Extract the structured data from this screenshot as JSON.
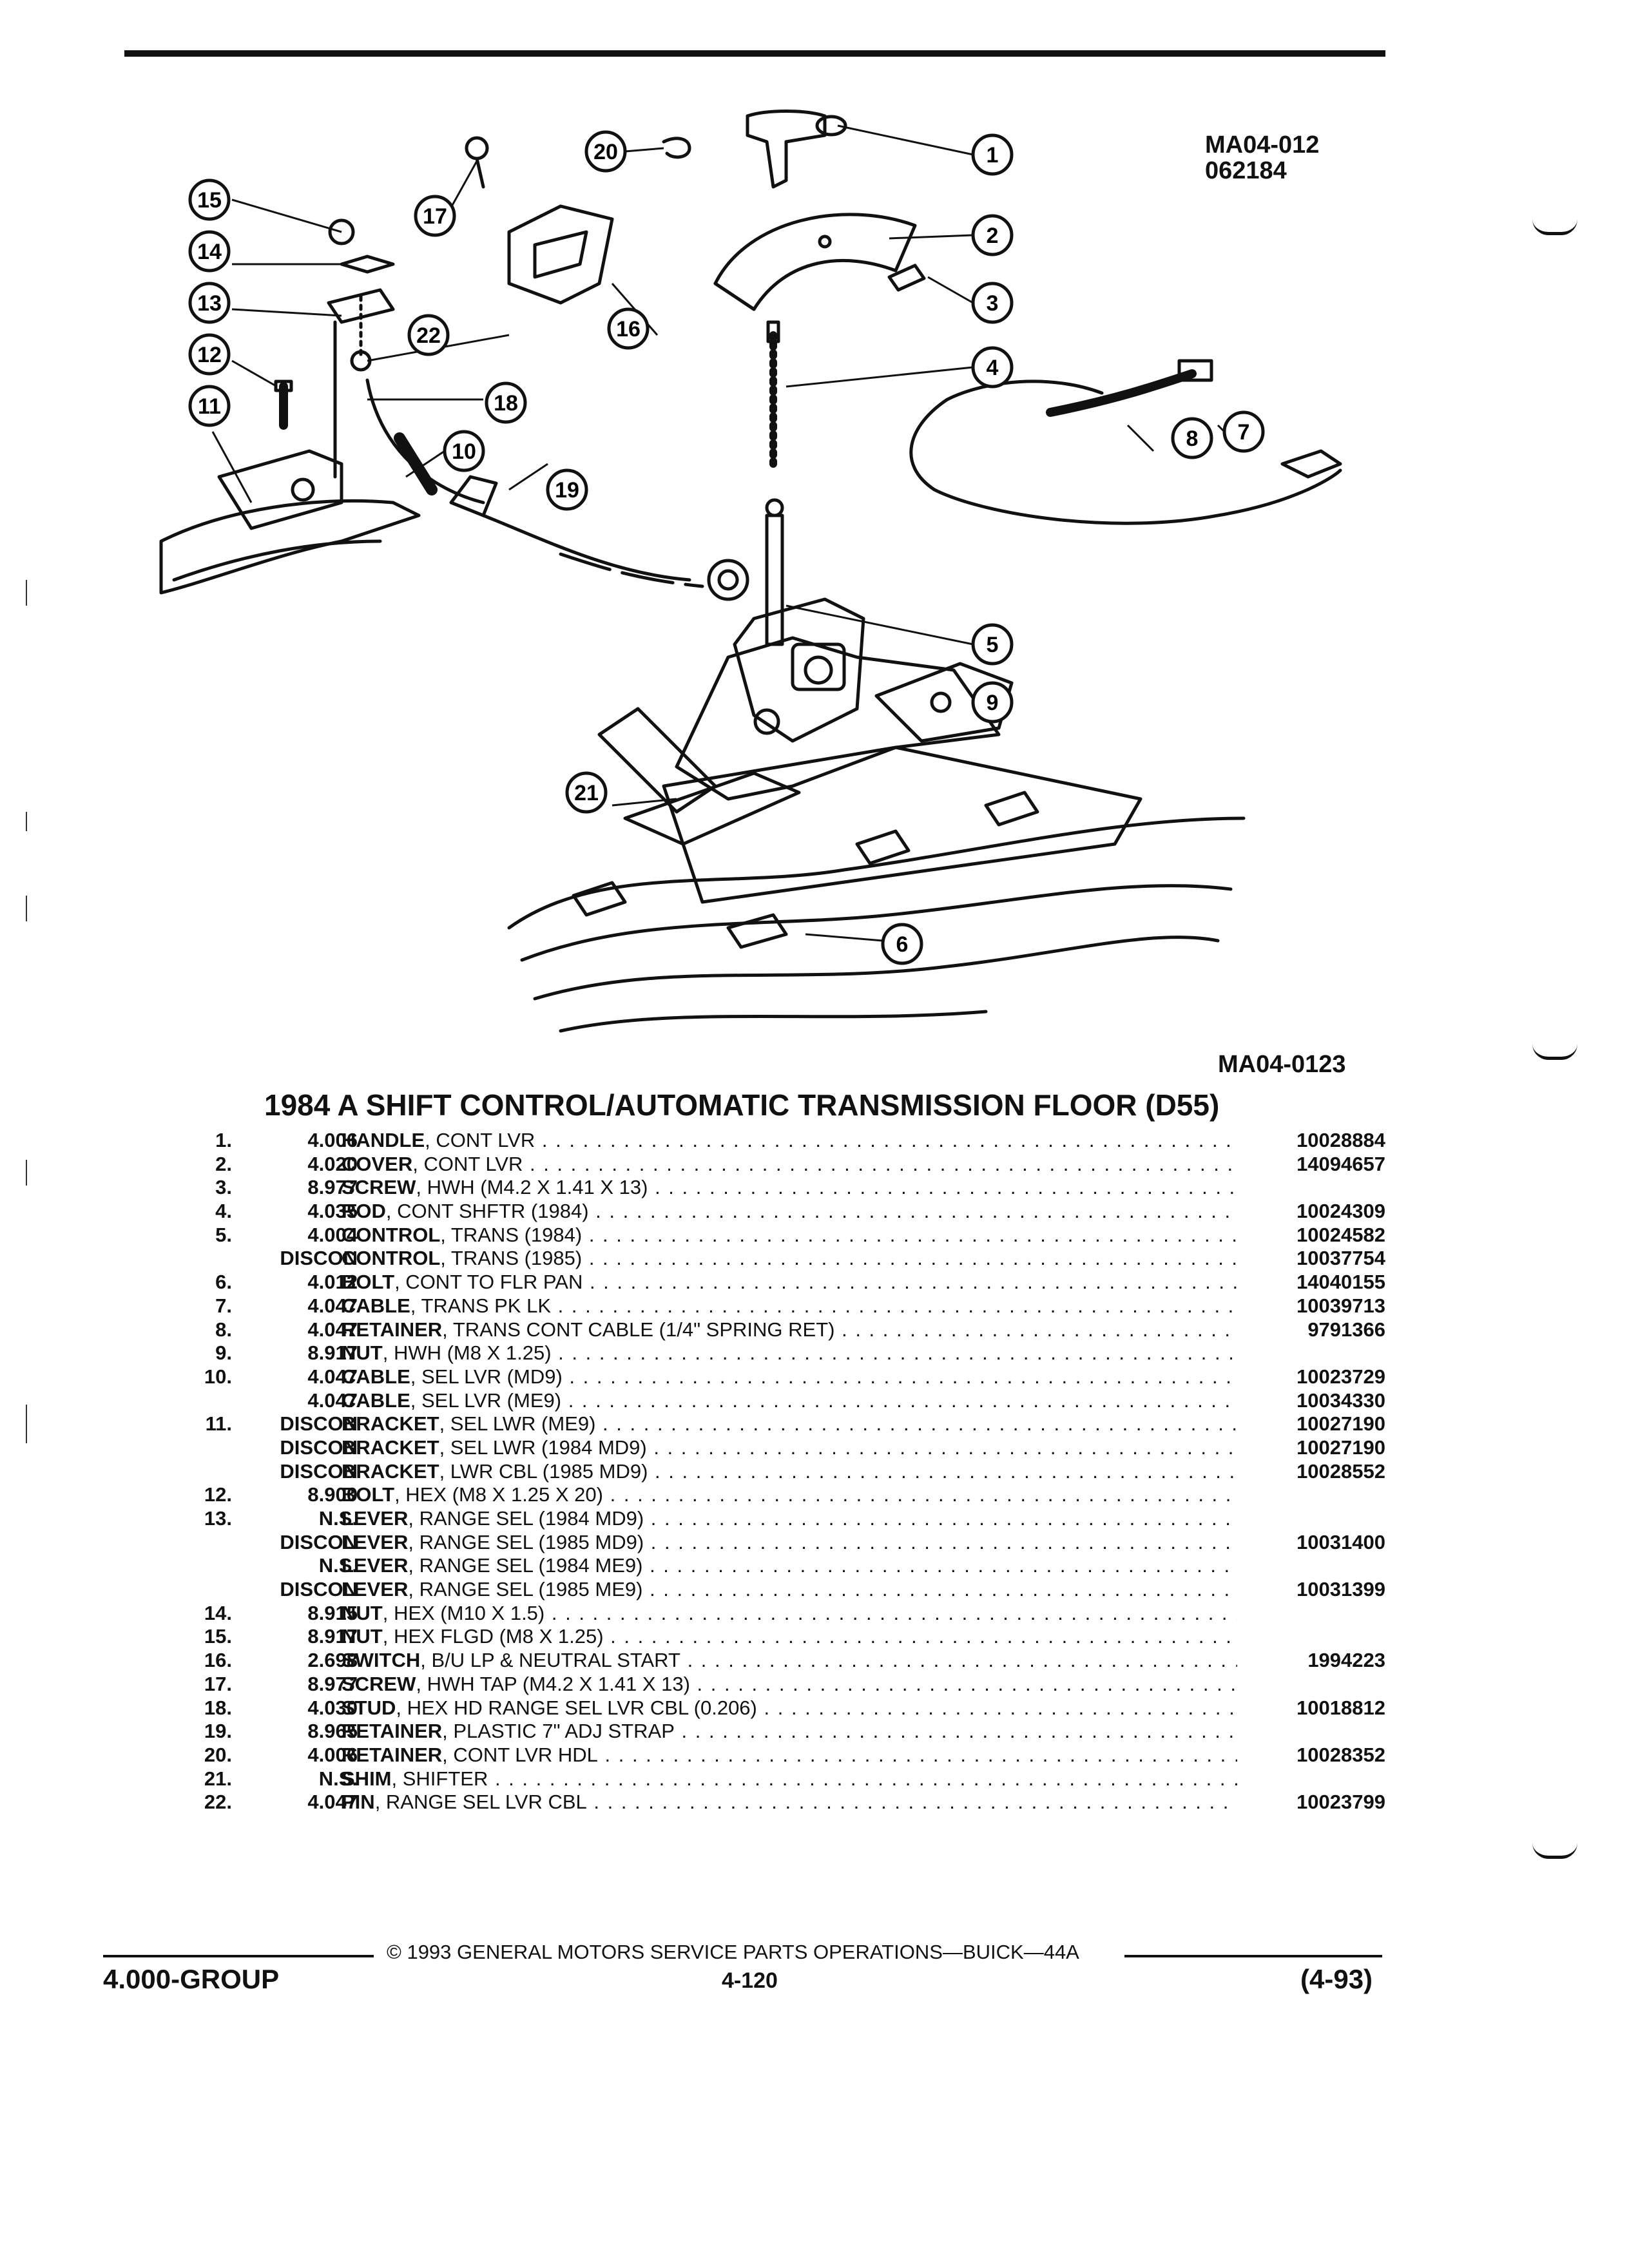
{
  "header": {
    "ref_top": "MA04-012",
    "ref_date": "062184",
    "ref_bottom": "MA04-0123"
  },
  "diagram": {
    "callouts": [
      "1",
      "2",
      "3",
      "4",
      "5",
      "6",
      "7",
      "8",
      "9",
      "10",
      "11",
      "12",
      "13",
      "14",
      "15",
      "16",
      "17",
      "18",
      "19",
      "20",
      "21",
      "22"
    ]
  },
  "title": "1984 A SHIFT CONTROL/AUTOMATIC TRANSMISSION FLOOR (D55)",
  "parts": [
    {
      "no": "1.",
      "grp": "4.006",
      "name": "HANDLE",
      "spec": ", CONT LVR",
      "pn": "10028884"
    },
    {
      "no": "2.",
      "grp": "4.020",
      "name": "COVER",
      "spec": ", CONT LVR",
      "pn": "14094657"
    },
    {
      "no": "3.",
      "grp": "8.977",
      "name": "SCREW",
      "spec": ", HWH (M4.2 X 1.41 X 13)",
      "pn": ""
    },
    {
      "no": "4.",
      "grp": "4.035",
      "name": "ROD",
      "spec": ", CONT SHFTR (1984)",
      "pn": "10024309"
    },
    {
      "no": "5.",
      "grp": "4.004",
      "name": "CONTROL",
      "spec": ", TRANS (1984)",
      "pn": "10024582"
    },
    {
      "no": "",
      "grp": "DISCON",
      "name": "CONTROL",
      "spec": ", TRANS (1985)",
      "pn": "10037754"
    },
    {
      "no": "6.",
      "grp": "4.012",
      "name": "BOLT",
      "spec": ", CONT TO FLR PAN",
      "pn": "14040155"
    },
    {
      "no": "7.",
      "grp": "4.047",
      "name": "CABLE",
      "spec": ", TRANS PK LK",
      "pn": "10039713"
    },
    {
      "no": "8.",
      "grp": "4.047",
      "name": "RETAINER",
      "spec": ", TRANS CONT CABLE (1/4\" SPRING RET)",
      "pn": "9791366"
    },
    {
      "no": "9.",
      "grp": "8.917",
      "name": "NUT",
      "spec": ", HWH (M8 X 1.25)",
      "pn": ""
    },
    {
      "no": "10.",
      "grp": "4.047",
      "name": "CABLE",
      "spec": ", SEL LVR (MD9)",
      "pn": "10023729"
    },
    {
      "no": "",
      "grp": "4.047",
      "name": "CABLE",
      "spec": ", SEL LVR (ME9)",
      "pn": "10034330"
    },
    {
      "no": "11.",
      "grp": "DISCON",
      "name": "BRACKET",
      "spec": ", SEL LWR (ME9)",
      "pn": "10027190"
    },
    {
      "no": "",
      "grp": "DISCON",
      "name": "BRACKET",
      "spec": ", SEL LWR (1984 MD9)",
      "pn": "10027190"
    },
    {
      "no": "",
      "grp": "DISCON",
      "name": "BRACKET",
      "spec": ", LWR CBL (1985 MD9)",
      "pn": "10028552"
    },
    {
      "no": "12.",
      "grp": "8.900",
      "name": "BOLT",
      "spec": ", HEX (M8 X 1.25 X 20)",
      "pn": ""
    },
    {
      "no": "13.",
      "grp": "N.S.",
      "name": "LEVER",
      "spec": ", RANGE SEL (1984 MD9)",
      "pn": ""
    },
    {
      "no": "",
      "grp": "DISCON",
      "name": "LEVER",
      "spec": ", RANGE SEL (1985 MD9)",
      "pn": "10031400"
    },
    {
      "no": "",
      "grp": "N.S.",
      "name": "LEVER",
      "spec": ", RANGE SEL (1984 ME9)",
      "pn": ""
    },
    {
      "no": "",
      "grp": "DISCON",
      "name": "LEVER",
      "spec": ", RANGE SEL (1985 ME9)",
      "pn": "10031399"
    },
    {
      "no": "14.",
      "grp": "8.915",
      "name": "NUT",
      "spec": ", HEX (M10 X 1.5)",
      "pn": ""
    },
    {
      "no": "15.",
      "grp": "8.917",
      "name": "NUT",
      "spec": ", HEX FLGD (M8 X 1.25)",
      "pn": ""
    },
    {
      "no": "16.",
      "grp": "2.698",
      "name": "SWITCH",
      "spec": ", B/U LP & NEUTRAL START",
      "pn": "1994223"
    },
    {
      "no": "17.",
      "grp": "8.977",
      "name": "SCREW",
      "spec": ", HWH TAP (M4.2 X 1.41 X 13)",
      "pn": ""
    },
    {
      "no": "18.",
      "grp": "4.030",
      "name": "STUD",
      "spec": ", HEX HD RANGE SEL LVR CBL (0.206)",
      "pn": "10018812"
    },
    {
      "no": "19.",
      "grp": "8.965",
      "name": "RETAINER",
      "spec": ", PLASTIC 7\" ADJ STRAP",
      "pn": ""
    },
    {
      "no": "20.",
      "grp": "4.006",
      "name": "RETAINER",
      "spec": ", CONT LVR HDL",
      "pn": "10028352"
    },
    {
      "no": "21.",
      "grp": "N.S.",
      "name": "SHIM",
      "spec": ", SHIFTER",
      "pn": ""
    },
    {
      "no": "22.",
      "grp": "4.047",
      "name": "PIN",
      "spec": ", RANGE SEL LVR CBL",
      "pn": "10023799"
    }
  ],
  "footer": {
    "copyright": "© 1993 GENERAL MOTORS SERVICE PARTS OPERATIONS—BUICK—44A",
    "group": "4.000-GROUP",
    "page": "4-120",
    "date": "(4-93)"
  }
}
